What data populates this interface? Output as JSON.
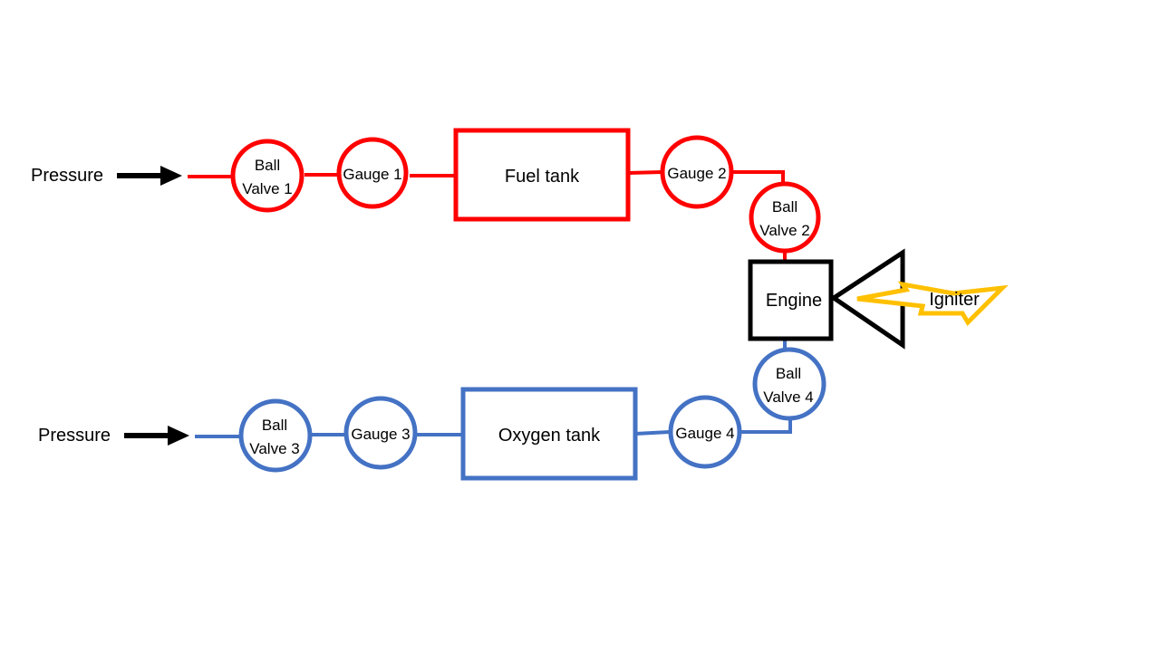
{
  "colors": {
    "fuel_line": "#ff0000",
    "oxygen_line": "#4472c4",
    "engine": "#000000",
    "igniter": "#ffc000",
    "arrow": "#000000",
    "background": "#ffffff"
  },
  "fuel": {
    "pressure_label": "Pressure",
    "ball_valve_1": [
      "Ball",
      "Valve 1"
    ],
    "gauge_1": "Gauge 1",
    "tank": "Fuel tank",
    "gauge_2": "Gauge 2",
    "ball_valve_2": [
      "Ball",
      "Valve 2"
    ]
  },
  "oxygen": {
    "pressure_label": "Pressure",
    "ball_valve_3": [
      "Ball",
      "Valve 3"
    ],
    "gauge_3": "Gauge 3",
    "tank": "Oxygen tank",
    "gauge_4": "Gauge 4",
    "ball_valve_4": [
      "Ball",
      "Valve 4"
    ]
  },
  "engine": {
    "label": "Engine",
    "igniter_label": "Igniter"
  }
}
